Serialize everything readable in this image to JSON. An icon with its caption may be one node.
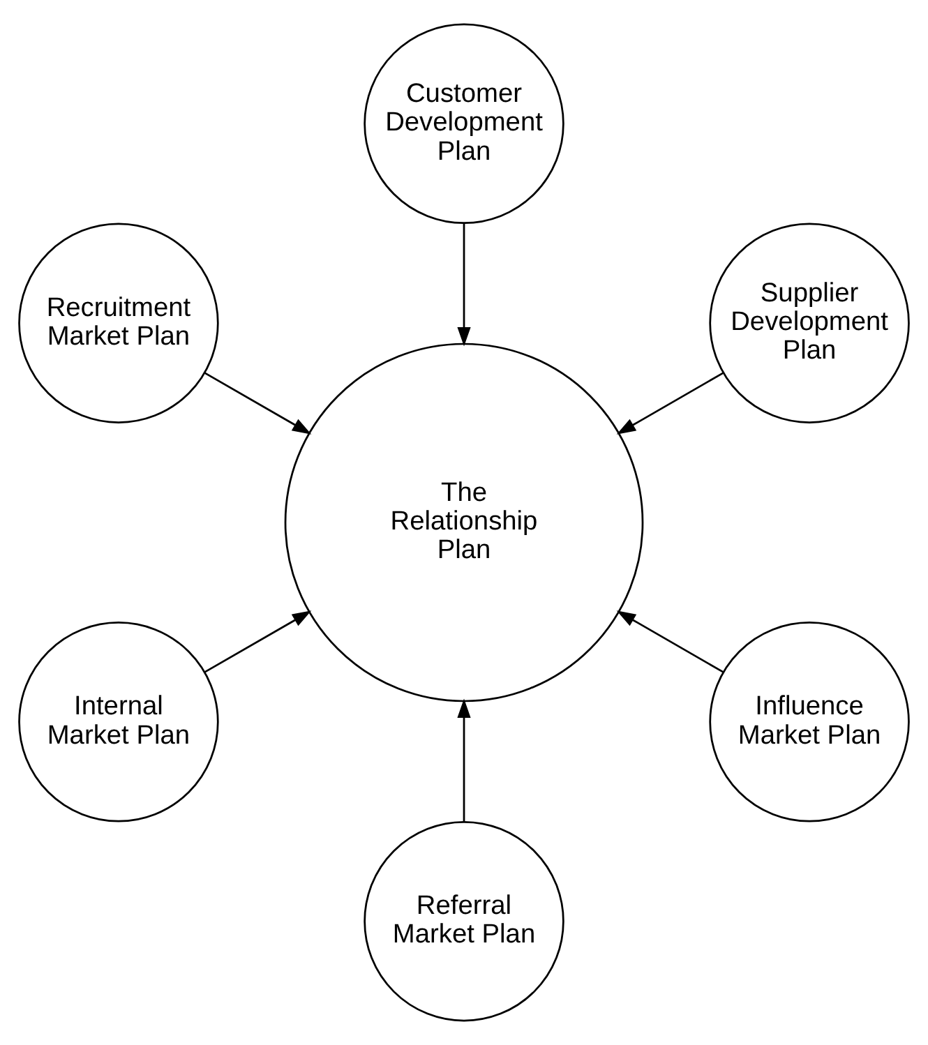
{
  "diagram": {
    "nodes": [
      {
        "text": [
          "Supplier Development Plan"
        ]
      },
      {
        "text": [
          "Customer Development Plan"
        ]
      },
      {
        "text": [
          "Recruitment Market Plan"
        ]
      },
      {
        "text": [
          "The Relationship Plan"
        ]
      },
      {
        "text": [
          "Internal Market Plan"
        ]
      },
      {
        "text": [
          "Referral Market Plan"
        ]
      },
      {
        "text": [
          "Influence Market Plan"
        ]
      }
    ],
    "edges": [
      {
        "from": 0,
        "to": 3,
        "arrow": "to"
      },
      {
        "from": 2,
        "to": 3,
        "arrow": "to"
      },
      {
        "from": 5,
        "to": 3,
        "arrow": "to"
      },
      {
        "from": 6,
        "to": 3,
        "arrow": "to"
      },
      {
        "from": 4,
        "to": 3,
        "arrow": "to"
      },
      {
        "from": 1,
        "to": 3,
        "arrow": "to"
      }
    ]
  }
}
